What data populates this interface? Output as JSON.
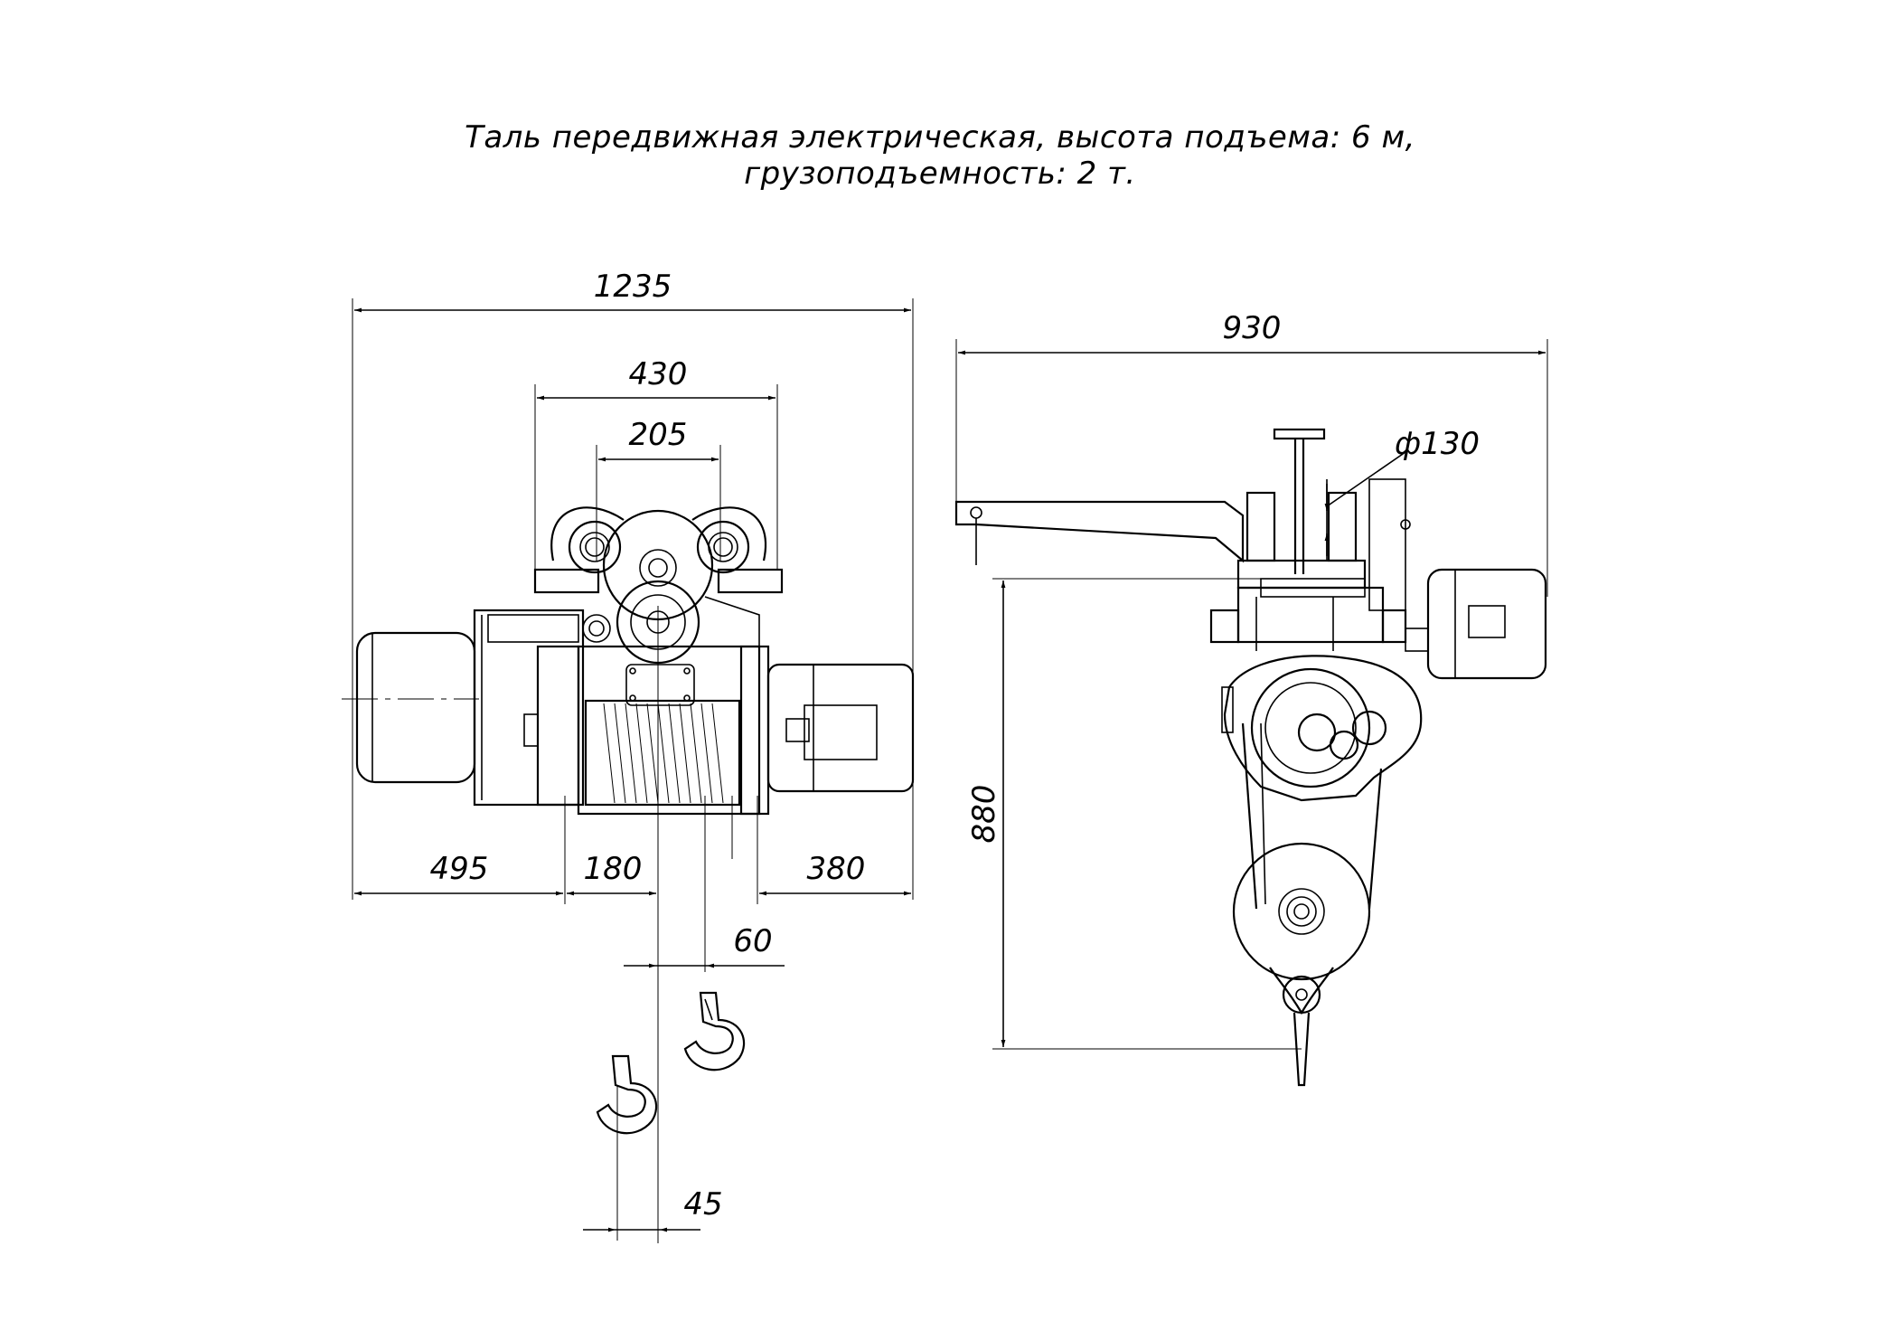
{
  "title": {
    "line1": "Таль передвижная электрическая, высота подъема: 6 м,",
    "line2": "грузоподъемность: 2 т."
  },
  "dimensions": {
    "overall_length": "1235",
    "wheel_span": "430",
    "wheel_base": "205",
    "left_offset": "495",
    "drum_offset": "180",
    "right_offset": "380",
    "hook_shift_upper": "60",
    "hook_shift_lower": "45",
    "overall_width": "930",
    "wheel_diameter": "ф130",
    "height": "880"
  }
}
